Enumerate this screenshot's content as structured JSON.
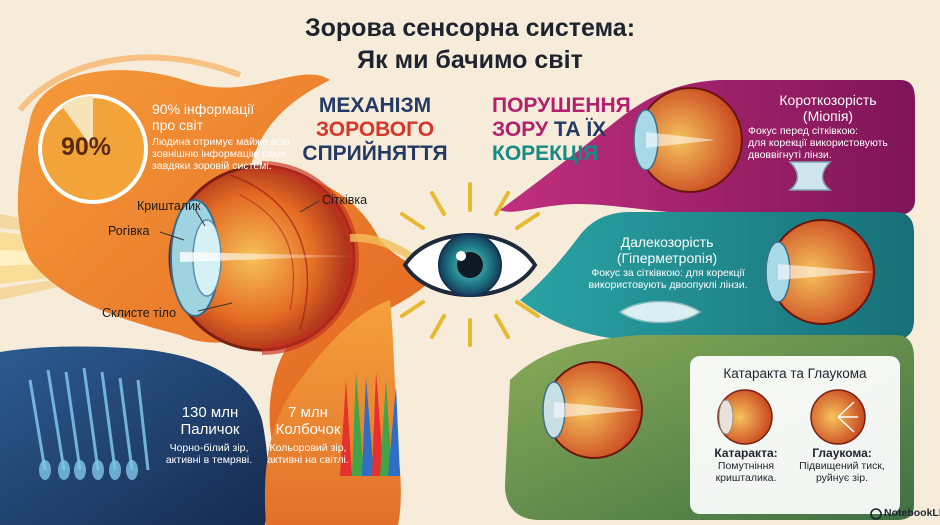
{
  "title": {
    "line1": "Зорова сенсорна система:",
    "line2": "Як ми бачимо світ"
  },
  "info90": {
    "percent": "90%",
    "heading1": "90% інформації",
    "heading2": "про світ",
    "body1": "Людина отримує майже всю",
    "body2": "зовнішню інформацію саме",
    "body3": "завдяки зоровій системі.",
    "fraction": 0.9
  },
  "mechanism": {
    "line1": "МЕХАНІЗМ",
    "line2": "ЗОРОВОГО",
    "line3": "СПРИЙНЯТТЯ"
  },
  "disorders": {
    "line1": "ПОРУШЕННЯ",
    "line2a": "ЗОРУ",
    "line2b": "ТА ЇХ",
    "line3": "КОРЕКЦІЯ"
  },
  "anatomy": {
    "lens": "Кришталик",
    "cornea": "Рогівка",
    "retina": "Сітківка",
    "vitreous": "Склисте тіло"
  },
  "rods": {
    "count": "130 млн",
    "name": "Паличок",
    "desc1": "Чорно-білий зір,",
    "desc2": "активні в темряві."
  },
  "cones": {
    "count": "7 млн",
    "name": "Колбочок",
    "desc1": "Кольоровий зір,",
    "desc2": "активні на світлі."
  },
  "myopia": {
    "title1": "Короткозорість",
    "title2": "(Міопія)",
    "desc1": "Фокус перед сітківкою:",
    "desc2": "для корекції використовують",
    "desc3": "двоввігнуті лінзи."
  },
  "hyperopia": {
    "title1": "Далекозорість",
    "title2": "(Гіперметропія)",
    "desc1": "Фокус за сітківкою: для корекції",
    "desc2": "використовують двоопуклі лінзи."
  },
  "cataract_glaucoma": {
    "title": "Катаракта та Глаукома",
    "cataract_name": "Катаракта:",
    "cataract_desc1": "Помутніння",
    "cataract_desc2": "кришталика.",
    "glaucoma_name": "Глаукома:",
    "glaucoma_desc1": "Підвищений тиск,",
    "glaucoma_desc2": "руйнує зір."
  },
  "brand": {
    "label": "NotebookLM"
  },
  "colors": {
    "background": "#f6ecd9",
    "orange_band": "#ee8a2a",
    "navy_panel": "#1f3d6b",
    "magenta_panel": "#a21c6c",
    "teal_panel": "#1f8d8e",
    "green_panel": "#5f8c4d",
    "mechanism_red": "#d8362a",
    "disorder_magenta": "#b5206e",
    "disorder_teal": "#178a86"
  }
}
